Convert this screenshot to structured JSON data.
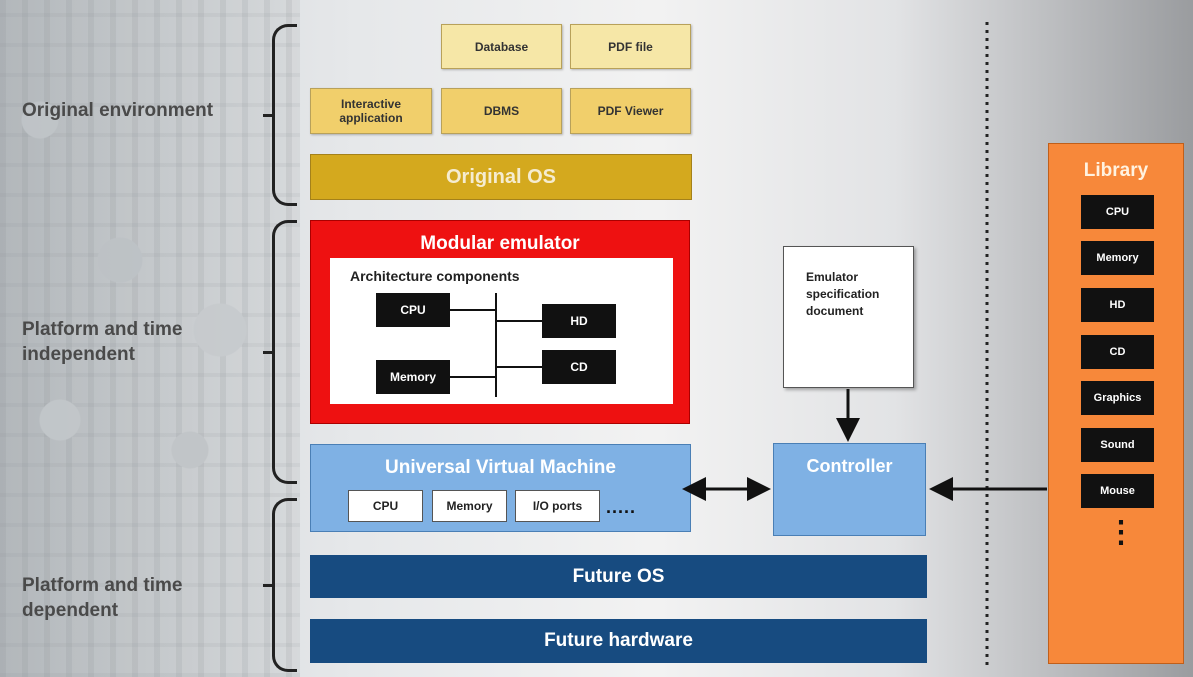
{
  "side_labels": {
    "original": "Original environment",
    "independent": "Platform and time independent",
    "dependent": "Platform and time dependent"
  },
  "original_env": {
    "database": "Database",
    "pdf_file": "PDF file",
    "interactive_app": "Interactive application",
    "dbms": "DBMS",
    "pdf_viewer": "PDF Viewer",
    "original_os": "Original OS"
  },
  "modular_emulator": {
    "title": "Modular emulator",
    "arch_title": "Architecture components",
    "cpu": "CPU",
    "memory": "Memory",
    "hd": "HD",
    "cd": "CD"
  },
  "uvm": {
    "title": "Universal Virtual Machine",
    "cpu": "CPU",
    "memory": "Memory",
    "io_ports": "I/O ports",
    "dots": "....."
  },
  "future": {
    "os": "Future OS",
    "hardware": "Future hardware"
  },
  "controller": "Controller",
  "spec_doc": "Emulator specification document",
  "library": {
    "title": "Library",
    "items": [
      "CPU",
      "Memory",
      "HD",
      "CD",
      "Graphics",
      "Sound",
      "Mouse"
    ],
    "more": "⋮"
  },
  "colors": {
    "original_os": "#d4a91e",
    "modular_emulator": "#ee1111",
    "uvm": "#7fb1e4",
    "future": "#174b80",
    "library": "#f7883a"
  }
}
